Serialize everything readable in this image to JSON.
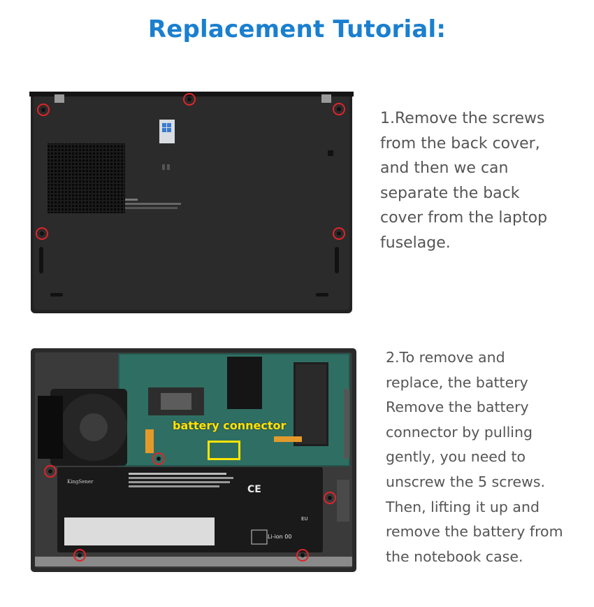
{
  "title": "Replacement Tutorial:",
  "steps": [
    {
      "text": "1.Remove the screws\nfrom the back cover,\nand then we can\nseparate the back\ncover from the laptop\nfuselage."
    },
    {
      "text": "2.To remove and\nreplace, the battery\nRemove the battery\nconnector by pulling\ngently, you need to\nunscrew the 5 screws.\nThen, lifting it up and\nremove the battery from\nthe notebook case."
    }
  ],
  "photo2": {
    "annotation": "battery connector",
    "battery_brand": "KingSener",
    "battery_marks": [
      "CE",
      "Li-ion 00",
      "EU"
    ]
  },
  "colors": {
    "title": "#1a7fcf",
    "body_text": "#555555",
    "screw_marker": "#e0242a",
    "annotation": "#ffe400"
  }
}
